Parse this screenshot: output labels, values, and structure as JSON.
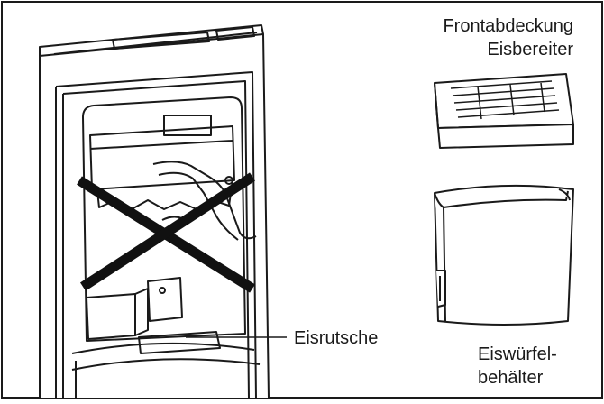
{
  "labels": {
    "front_cover_line1": "Frontabdeckung",
    "front_cover_line2": "Eisbereiter",
    "ice_chute": "Eisrutsche",
    "ice_bin_line1": "Eiswürfel-",
    "ice_bin_line2": "behälter"
  },
  "colors": {
    "line": "#1a1a1a",
    "background": "#ffffff",
    "cross": "#111111"
  }
}
